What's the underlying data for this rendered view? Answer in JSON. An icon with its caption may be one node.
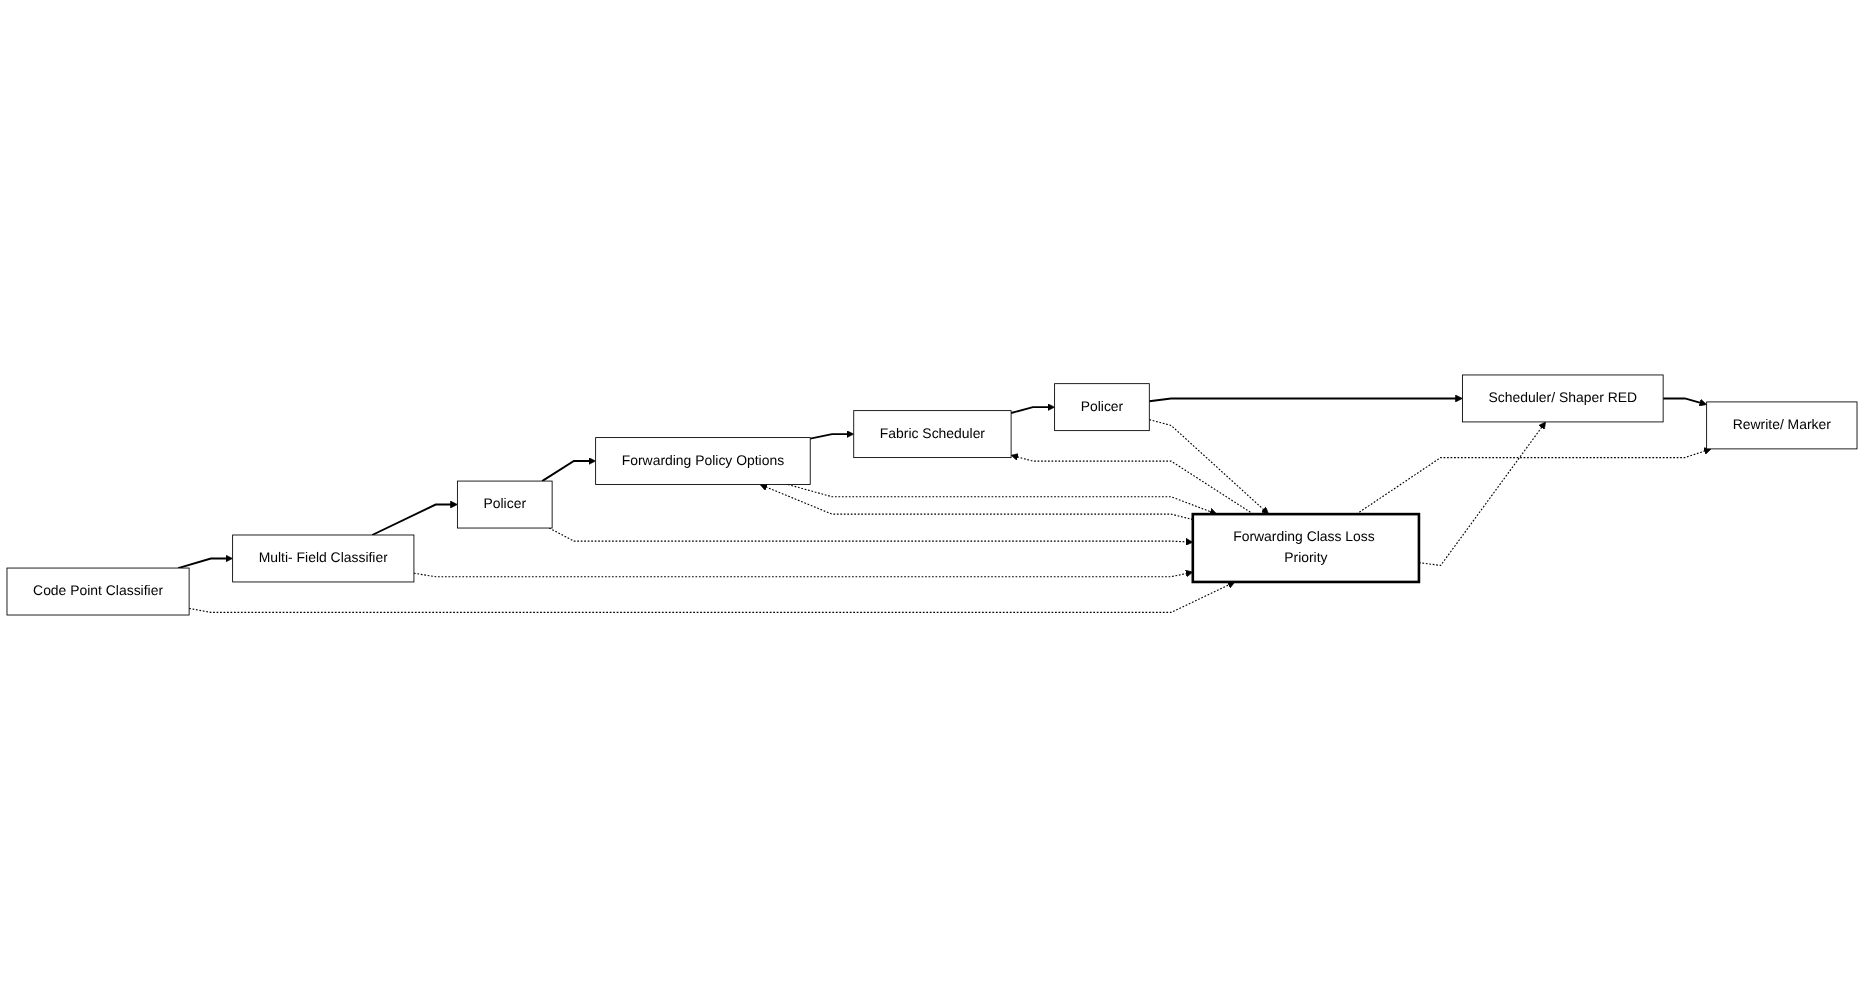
{
  "diagram": {
    "nodes": [
      {
        "text": [
          "Code Point Classifier"
        ]
      },
      {
        "text": [
          "Multi- Field Classifier"
        ]
      },
      {
        "text": [
          "Policer"
        ]
      },
      {
        "text": [
          "Forwarding Policy Options"
        ]
      },
      {
        "text": [
          "Forwarding Class Loss Priority"
        ]
      },
      {
        "text": [
          "Rewrite/ Marker"
        ]
      },
      {
        "text": [
          "Scheduler/ Shaper RED"
        ]
      },
      {
        "text": [
          "Policer"
        ]
      },
      {
        "text": [
          "Fabric Scheduler"
        ]
      }
    ],
    "edges": [
      {
        "from": 0,
        "to": 1,
        "arrow": "to"
      },
      {
        "from": 1,
        "to": 2,
        "arrow": "to"
      },
      {
        "from": 2,
        "to": 3,
        "arrow": "to"
      },
      {
        "from": 3,
        "to": 8,
        "arrow": "to"
      },
      {
        "from": 8,
        "to": 7,
        "arrow": "to"
      },
      {
        "from": 7,
        "to": 6,
        "arrow": "to"
      },
      {
        "from": 6,
        "to": 5,
        "arrow": "to"
      },
      {
        "from": 0,
        "to": 4,
        "arrow": "to",
        "style": "dashed"
      },
      {
        "from": 1,
        "to": 4,
        "arrow": "to",
        "style": "dashed"
      },
      {
        "from": 2,
        "to": 4,
        "arrow": "to",
        "style": "dashed"
      },
      {
        "from": 3,
        "to": 4,
        "arrow": "to",
        "style": "dashed"
      },
      {
        "from": 4,
        "to": 3,
        "arrow": "to",
        "style": "dashed"
      },
      {
        "from": 4,
        "to": 5,
        "arrow": "to",
        "style": "dashed"
      },
      {
        "from": 4,
        "to": 6,
        "arrow": "to",
        "style": "dashed"
      },
      {
        "from": 7,
        "to": 4,
        "arrow": "to",
        "style": "dashed"
      },
      {
        "from": 4,
        "to": 8,
        "arrow": "to",
        "style": "dashed"
      }
    ]
  }
}
